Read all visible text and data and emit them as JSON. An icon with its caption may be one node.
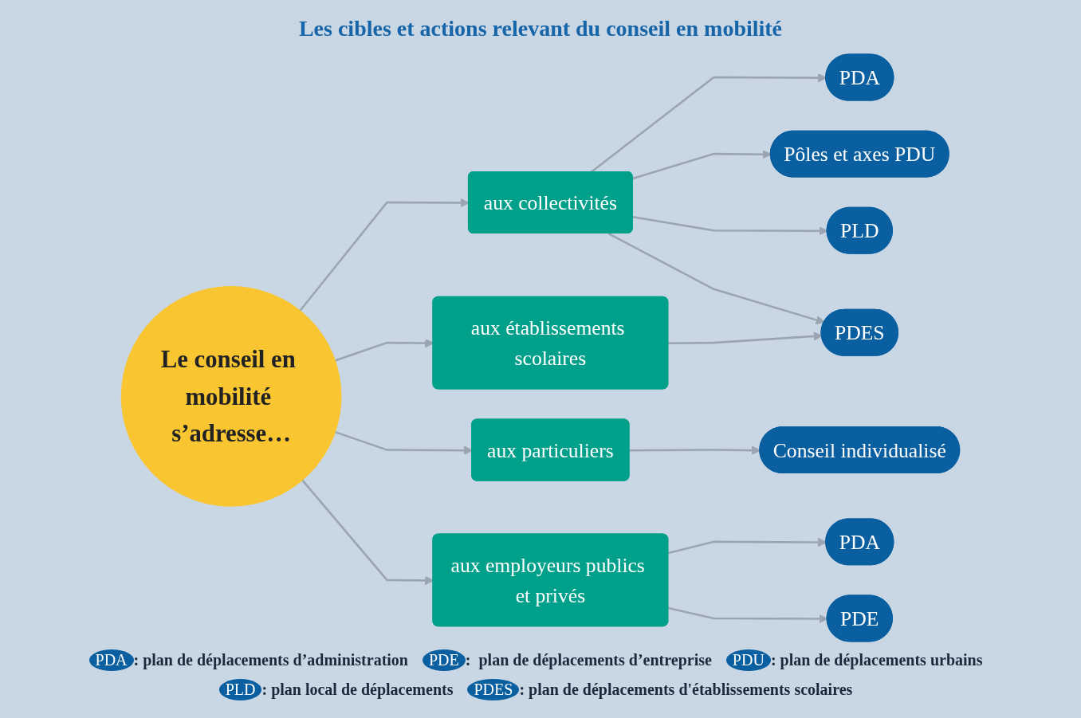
{
  "diagram": {
    "title": "Les cibles et actions relevant du conseil en mobilité",
    "nodes": [
      {
        "text": [
          "Le conseil en mobilité s’adresse…"
        ]
      },
      {
        "text": [
          "aux collectivités"
        ]
      },
      {
        "text": [
          "aux particuliers"
        ]
      },
      {
        "text": [
          "aux établissements scolaires"
        ]
      },
      {
        "text": [
          "aux employeurs publics et privés"
        ]
      },
      {
        "text": [
          "PDA"
        ]
      },
      {
        "text": [
          "Pôles et axes PDU"
        ]
      },
      {
        "text": [
          "PLD"
        ]
      },
      {
        "text": [
          "PDES"
        ]
      },
      {
        "text": [
          "Conseil individualisé"
        ]
      },
      {
        "text": [
          "PDA"
        ]
      },
      {
        "text": [
          "PDE"
        ]
      }
    ],
    "edges": [
      {
        "from": 0,
        "to": 1,
        "arrow": "to"
      },
      {
        "from": 0,
        "to": 2,
        "arrow": "to"
      },
      {
        "from": 0,
        "to": 3,
        "arrow": "to"
      },
      {
        "from": 0,
        "to": 4,
        "arrow": "to"
      },
      {
        "from": 1,
        "to": 5,
        "arrow": "to"
      },
      {
        "from": 1,
        "to": 6,
        "arrow": "to"
      },
      {
        "from": 1,
        "to": 7,
        "arrow": "to"
      },
      {
        "from": 1,
        "to": 8,
        "arrow": "to"
      },
      {
        "from": 3,
        "to": 8,
        "arrow": "to"
      },
      {
        "from": 2,
        "to": 9,
        "arrow": "to"
      },
      {
        "from": 4,
        "to": 10,
        "arrow": "to"
      },
      {
        "from": 4,
        "to": 11,
        "arrow": "to"
      }
    ],
    "labels": [
      "PDA",
      ": plan de déplacements d’administration",
      "PDE",
      ":  plan de déplacements d’entreprise",
      "PDU",
      ": plan de déplacements urbains",
      "PLD",
      ": plan local de déplacements",
      "PDES",
      ": plan de déplacements d'établissements scolaires"
    ]
  }
}
